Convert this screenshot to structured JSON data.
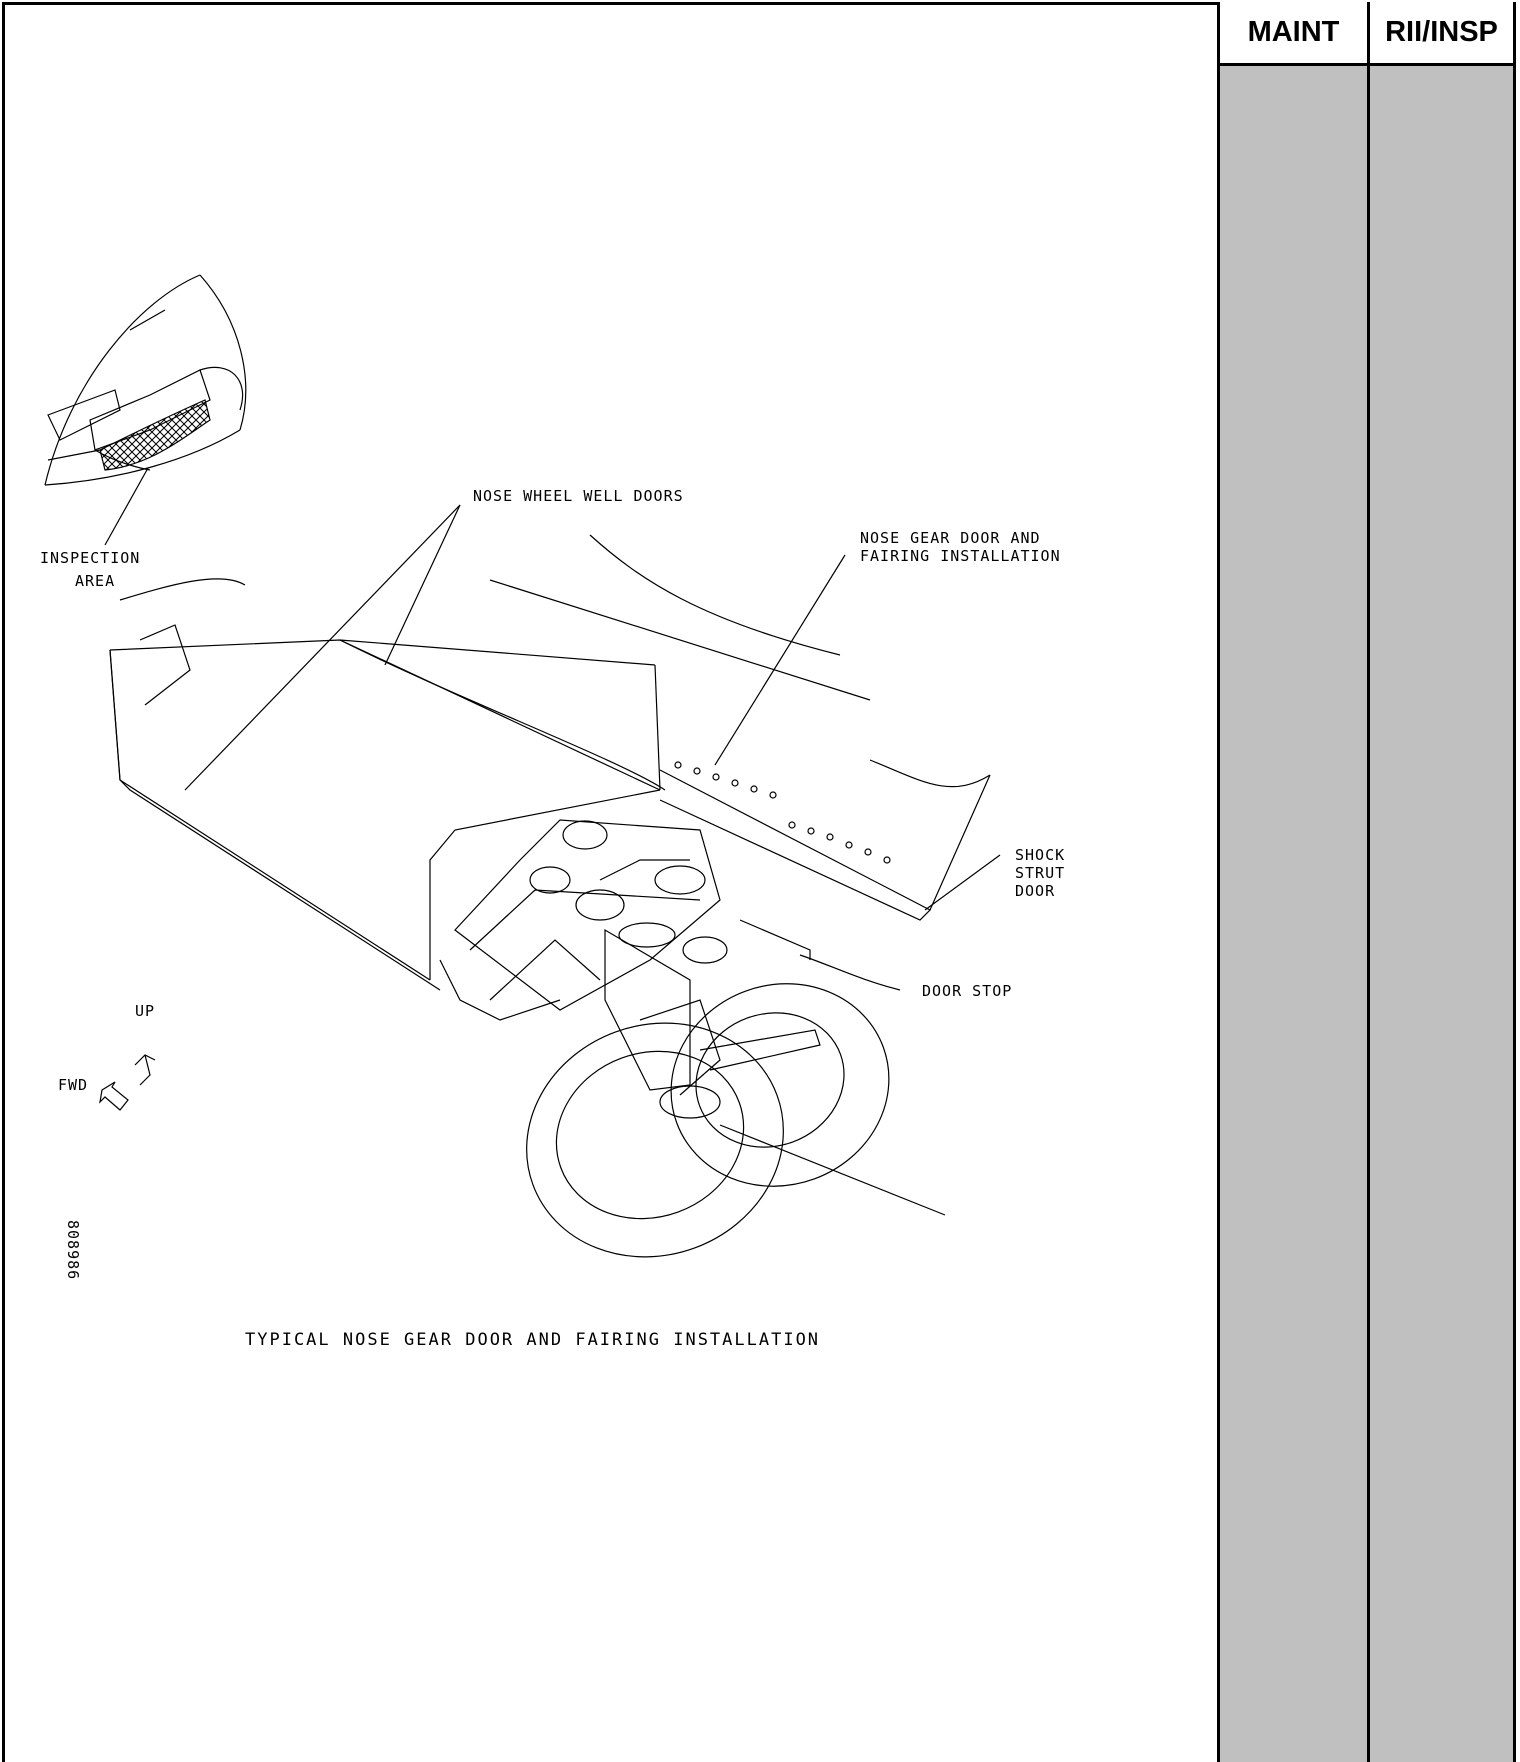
{
  "signoff": {
    "maint_label": "MAINT",
    "insp_label": "RII/INSP"
  },
  "figure": {
    "labels": {
      "inspection_area_1": "INSPECTION",
      "inspection_area_2": "AREA",
      "nose_wheel_well_doors": "NOSE WHEEL WELL DOORS",
      "nose_gear_door_1": "NOSE GEAR DOOR AND",
      "nose_gear_door_2": "FAIRING INSTALLATION",
      "shock_strut_1": "SHOCK",
      "shock_strut_2": "STRUT",
      "shock_strut_3": "DOOR",
      "door_stop": "DOOR STOP",
      "up": "UP",
      "fwd": "FWD",
      "figure_id": "808986"
    },
    "caption": "TYPICAL NOSE GEAR DOOR AND FAIRING INSTALLATION"
  }
}
